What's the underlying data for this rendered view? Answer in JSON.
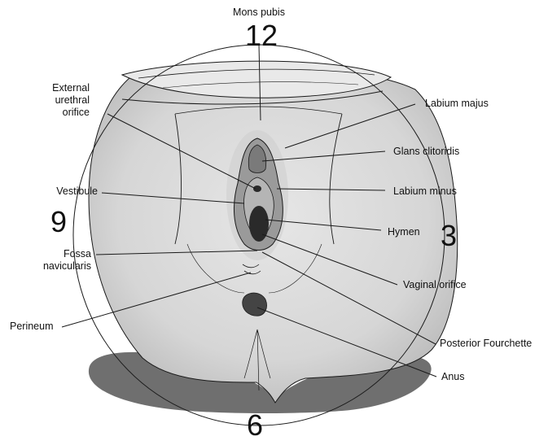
{
  "labels": {
    "mons_pubis": "Mons pubis",
    "external_urethral_orifice": "External\nurethral\norifice",
    "labium_majus": "Labium majus",
    "glans_clitoridis": "Glans clitoridis",
    "vestibule": "Vestibule",
    "labium_minus": "Labium minus",
    "hymen": "Hymen",
    "fossa_navicularis": "Fossa\nnavicularis",
    "vaginal_orifice": "Vaginal orifice",
    "perineum": "Perineum",
    "posterior_fourchette": "Posterior Fourchette",
    "anus": "Anus"
  },
  "clock_positions": {
    "twelve": "12",
    "three": "3",
    "six": "6",
    "nine": "9"
  },
  "colors": {
    "skin": "#d9d9d9",
    "skin_shadow": "#bdbdbd",
    "dark_shadow": "#6f6f6f",
    "orifice": "#2a2a2a",
    "line": "#1a1a1a"
  }
}
